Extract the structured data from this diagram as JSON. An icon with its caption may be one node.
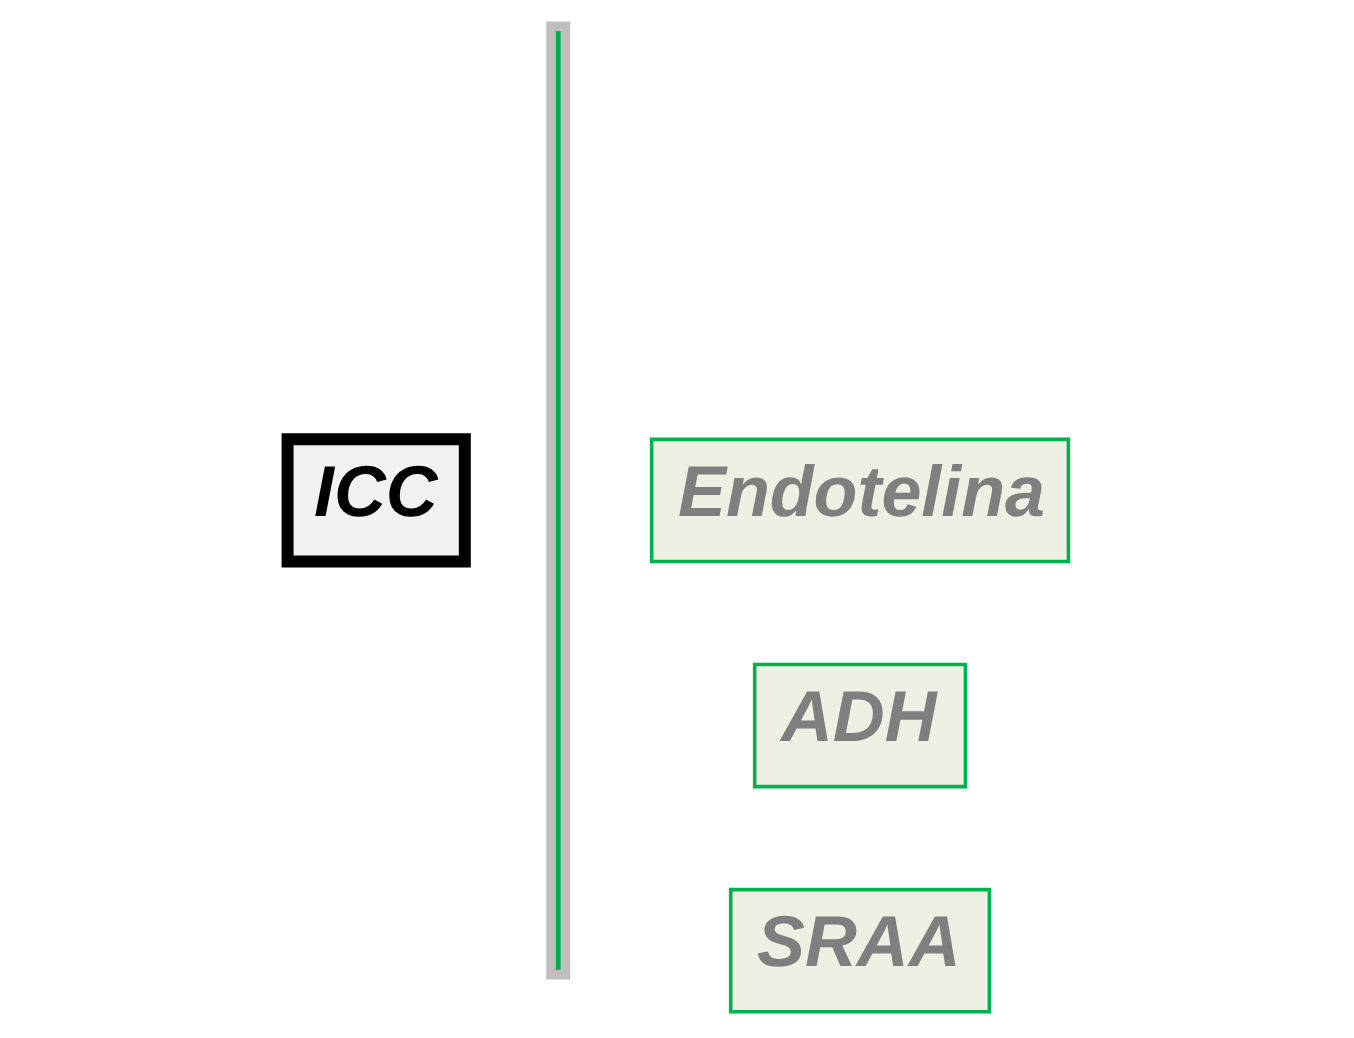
{
  "diagram": {
    "nodes": [
      {
        "text": [
          "ICC"
        ]
      },
      {
        "text": [],
        "shape": "bar"
      },
      {
        "text": [
          "Endotelina"
        ]
      },
      {
        "text": [
          "ADH"
        ]
      },
      {
        "text": [
          "SRAA"
        ]
      }
    ]
  }
}
